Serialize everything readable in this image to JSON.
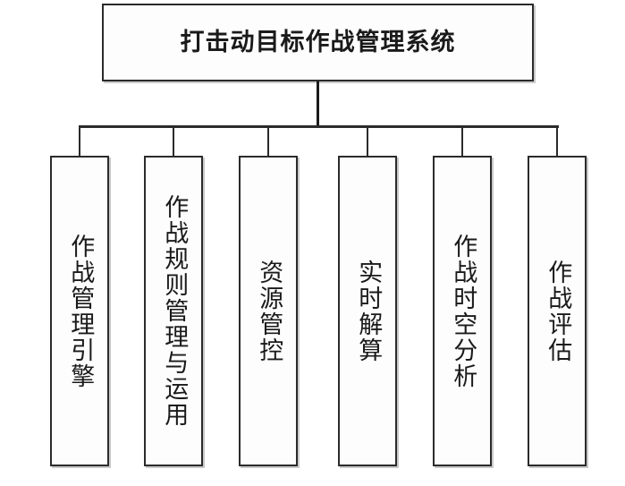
{
  "diagram": {
    "type": "hierarchy-tree",
    "orientation": "top-down",
    "background_color": "#ffffff",
    "line_color": "#2b2b2b",
    "box_fill_color": "#fdfdfd",
    "text_color": "#1a1a1a",
    "root": {
      "label": "打击动目标作战管理系统"
    },
    "children": [
      {
        "label": "作战管理引擎"
      },
      {
        "label": "作战规则管理与运用"
      },
      {
        "label": "资源管控"
      },
      {
        "label": "实时解算"
      },
      {
        "label": "作战时空分析"
      },
      {
        "label": "作战评估"
      }
    ]
  }
}
